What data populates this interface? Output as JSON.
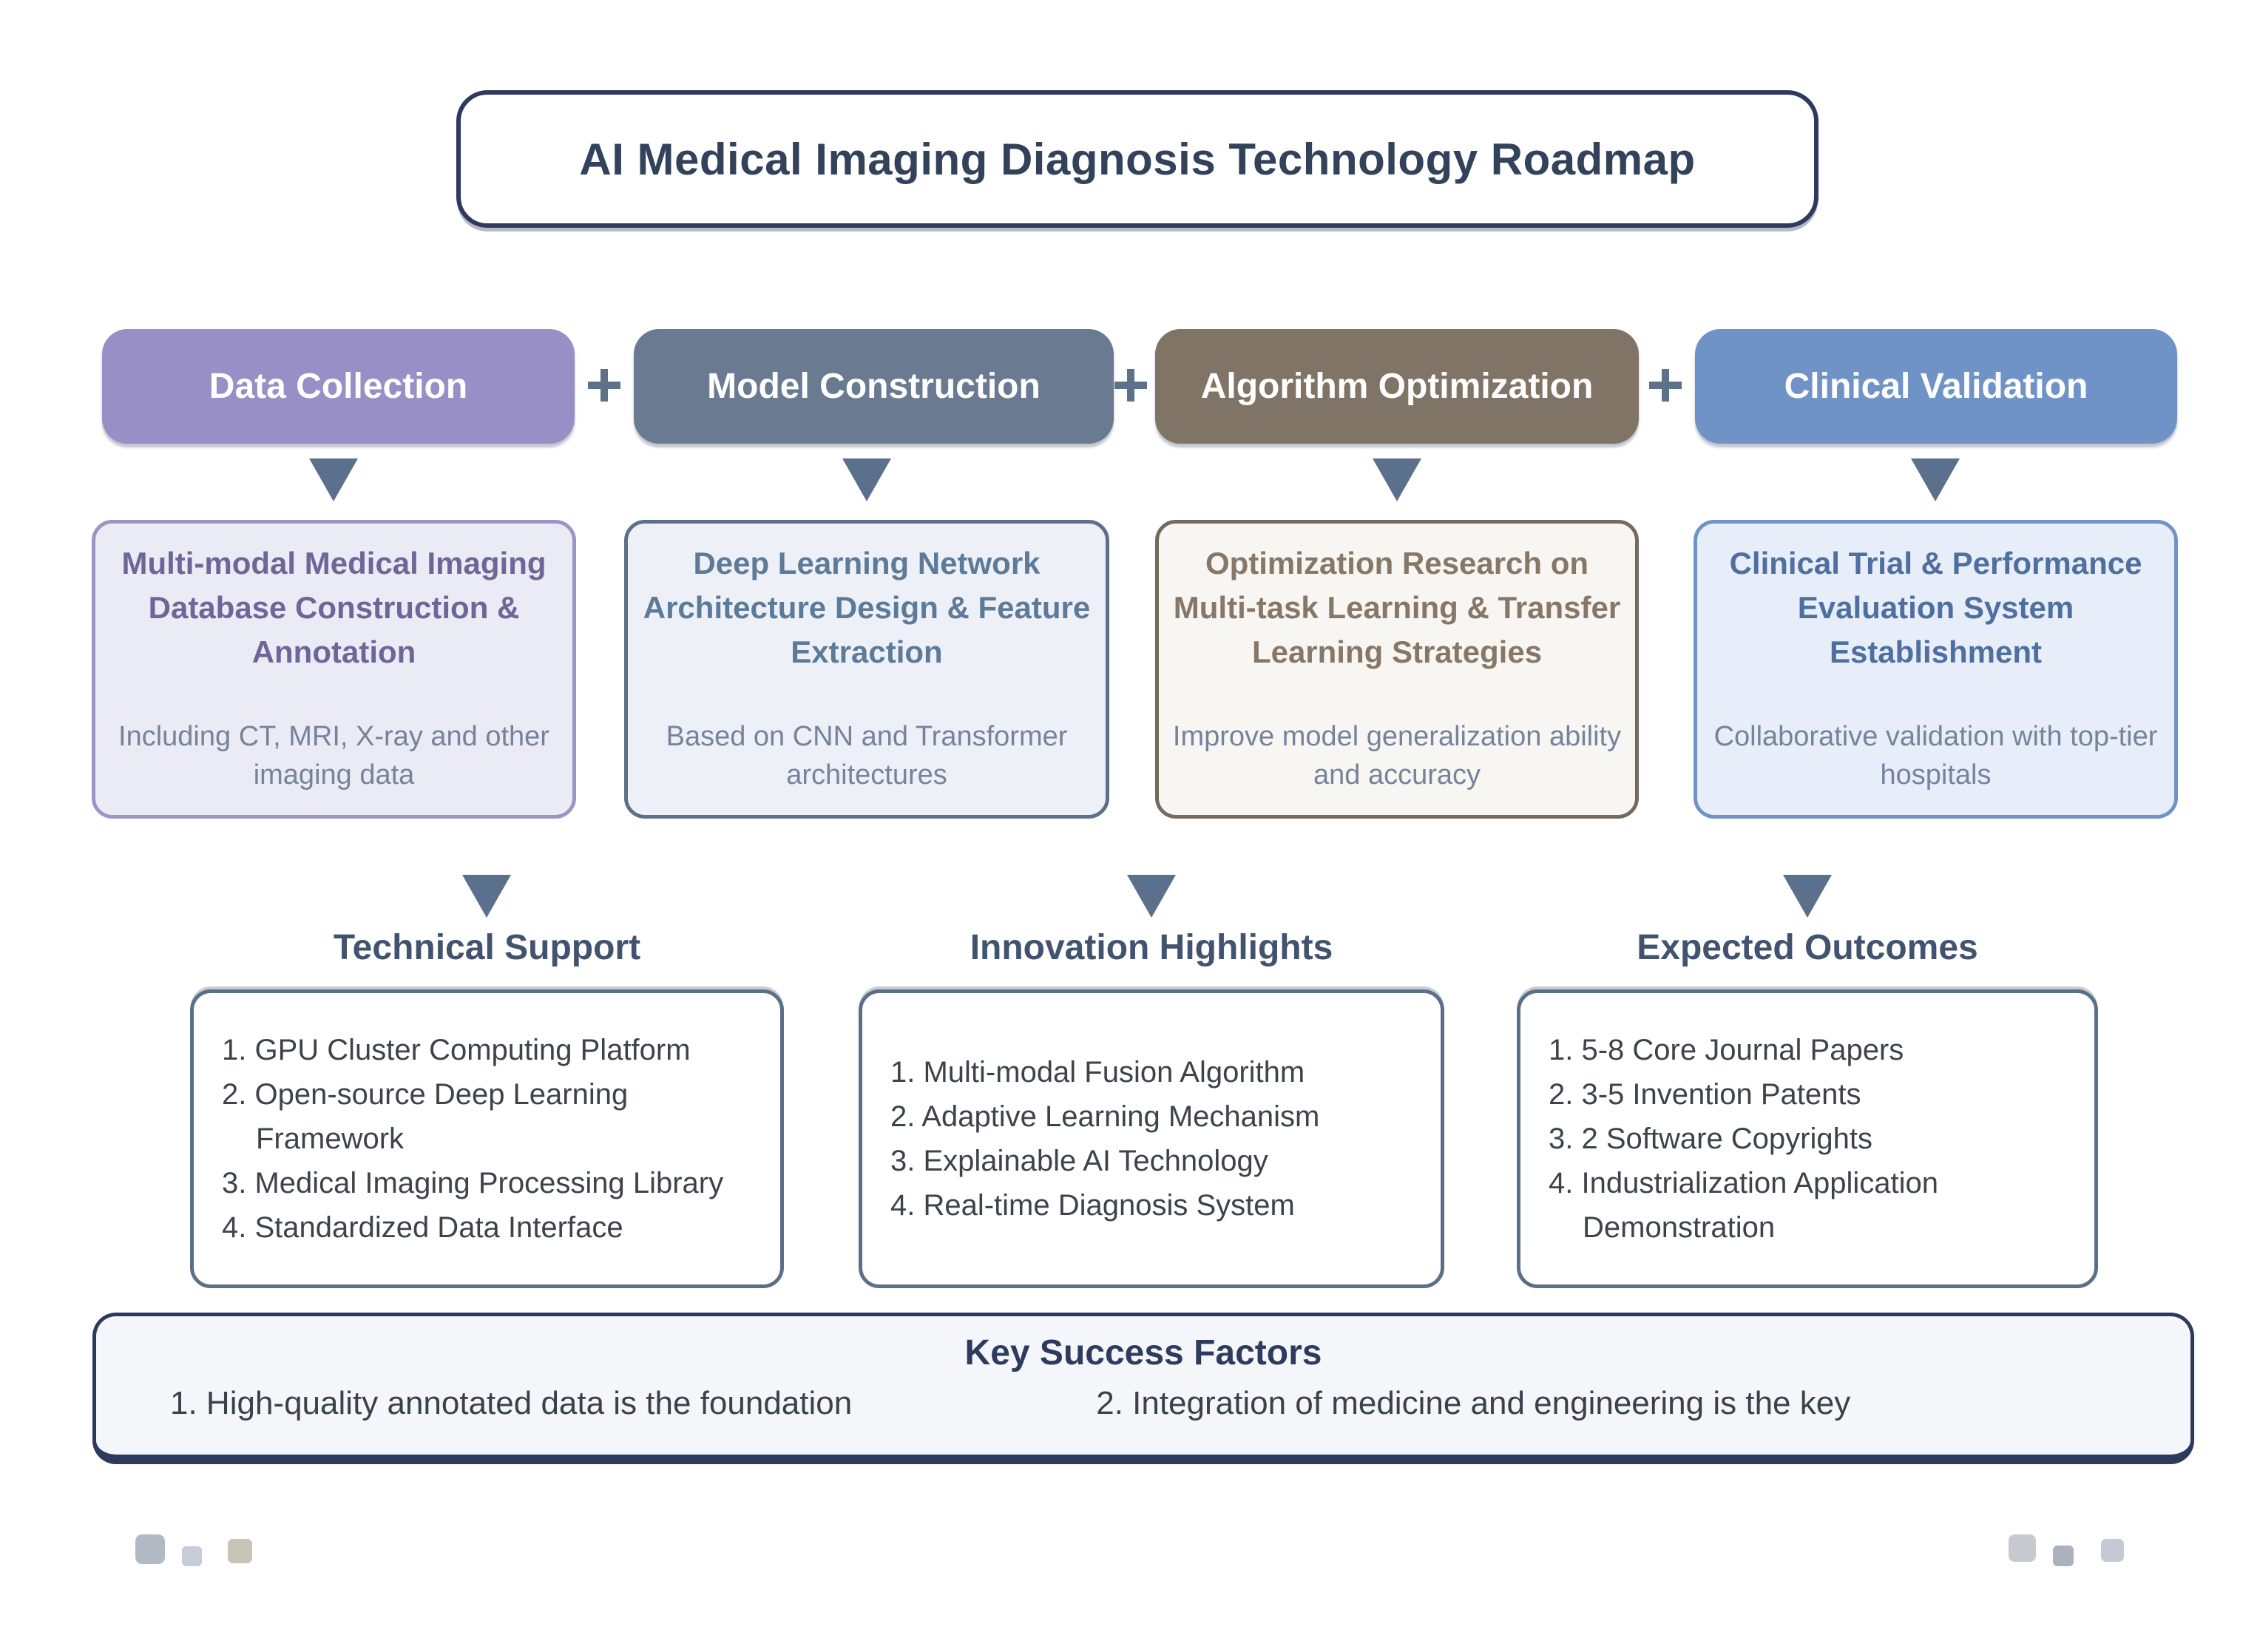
{
  "title": "AI Medical Imaging Diagnosis Technology Roadmap",
  "plus_symbol": "+",
  "columns": [
    {
      "pill": "Data Collection",
      "pill_color": "#978fc5",
      "box_title": "Multi-modal Medical Imaging Database Construction & Annotation",
      "box_subtitle": "Including CT, MRI, X-ray and other imaging data",
      "box_bg": "#ebebf6",
      "box_border": "#9b95c7"
    },
    {
      "pill": "Model Construction",
      "pill_color": "#697a91",
      "box_title": "Deep Learning Network Architecture Design & Feature Extraction",
      "box_subtitle": "Based on CNN and Transformer architectures",
      "box_bg": "#edf1f7",
      "box_border": "#5e7088"
    },
    {
      "pill": "Algorithm Optimization",
      "pill_color": "#807466",
      "box_title": "Optimization Research on Multi-task Learning & Transfer Learning Strategies",
      "box_subtitle": "Improve model generalization ability and accuracy",
      "box_bg": "#f7f6f3",
      "box_border": "#756a5d"
    },
    {
      "pill": "Clinical Validation",
      "pill_color": "#7093c7",
      "box_title": "Clinical Trial & Performance Evaluation System Establishment",
      "box_subtitle": "Collaborative validation with top-tier hospitals",
      "box_bg": "#e8eef9",
      "box_border": "#7093c7"
    }
  ],
  "sections": [
    {
      "header": "Technical Support",
      "items": [
        "1. GPU Cluster Computing Platform",
        "2. Open-source Deep Learning Framework",
        "3. Medical Imaging Processing Library",
        "4. Standardized Data Interface"
      ]
    },
    {
      "header": "Innovation Highlights",
      "items": [
        "1. Multi-modal Fusion Algorithm",
        "2. Adaptive Learning Mechanism",
        "3. Explainable AI Technology",
        "4. Real-time Diagnosis System"
      ]
    },
    {
      "header": "Expected Outcomes",
      "items": [
        "1. 5-8 Core Journal Papers",
        "2. 3-5 Invention Patents",
        "3. 2 Software Copyrights",
        "4. Industrialization Application Demonstration"
      ]
    }
  ],
  "key_success": {
    "title": "Key Success Factors",
    "items": [
      "1. High-quality annotated data is the foundation",
      "2. Integration of medicine and engineering is the key"
    ]
  },
  "colors": {
    "title_border": "#2d3a5e",
    "title_text": "#33425b",
    "arrow": "#5a708c",
    "plus": "#5d7189",
    "list_border": "#5c6f88",
    "section_header_text": "#41536e",
    "ksf_bg": "#f5f6fa",
    "decor_squares_left": [
      "#b2bac6",
      "#c5cdd9",
      "#cac3ba"
    ],
    "decor_squares_right": [
      "#c6cad0",
      "#a9b2be",
      "#c3cad5"
    ]
  }
}
